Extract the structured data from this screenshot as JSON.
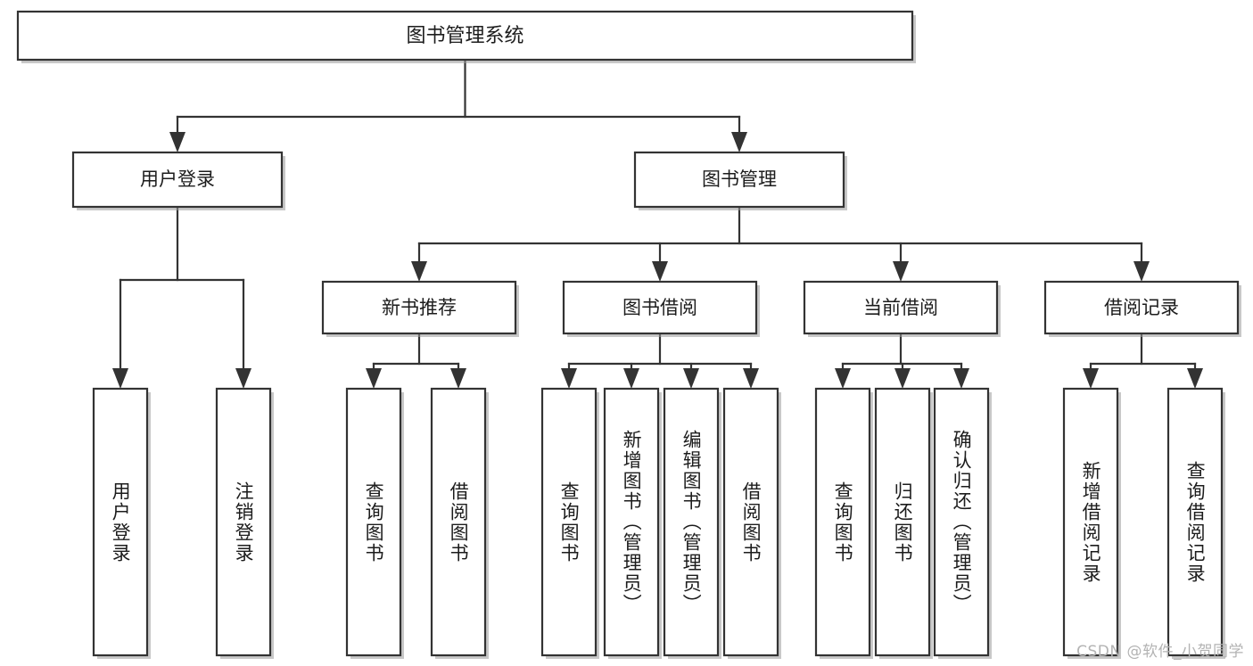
{
  "diagram": {
    "type": "tree",
    "title": "图书管理系统",
    "orientation": "top-down",
    "colors": {
      "box_stroke": "#333333",
      "box_fill": "#ffffff",
      "connector": "#333333",
      "text": "#1c1c1c",
      "watermark": "#b3b3b3",
      "background": "#ffffff"
    },
    "root": {
      "label": "图书管理系统"
    },
    "level2": [
      {
        "label": "用户登录"
      },
      {
        "label": "图书管理"
      }
    ],
    "level3": [
      {
        "label": "新书推荐"
      },
      {
        "label": "图书借阅"
      },
      {
        "label": "当前借阅"
      },
      {
        "label": "借阅记录"
      }
    ],
    "leaves": {
      "user_login": [
        {
          "label": "用户登录"
        },
        {
          "label": "注销登录"
        }
      ],
      "new_book_recommend": [
        {
          "label": "查询图书"
        },
        {
          "label": "借阅图书"
        }
      ],
      "book_borrow": [
        {
          "label": "查询图书"
        },
        {
          "label": "新增图书（管理员）"
        },
        {
          "label": "编辑图书（管理员）"
        },
        {
          "label": "借阅图书"
        }
      ],
      "current_borrow": [
        {
          "label": "查询图书"
        },
        {
          "label": "归还图书"
        },
        {
          "label": "确认归还（管理员）"
        }
      ],
      "borrow_record": [
        {
          "label": "新增借阅记录"
        },
        {
          "label": "查询借阅记录"
        }
      ]
    }
  },
  "watermark": {
    "text": "CSDN @软件_小贺同学"
  }
}
